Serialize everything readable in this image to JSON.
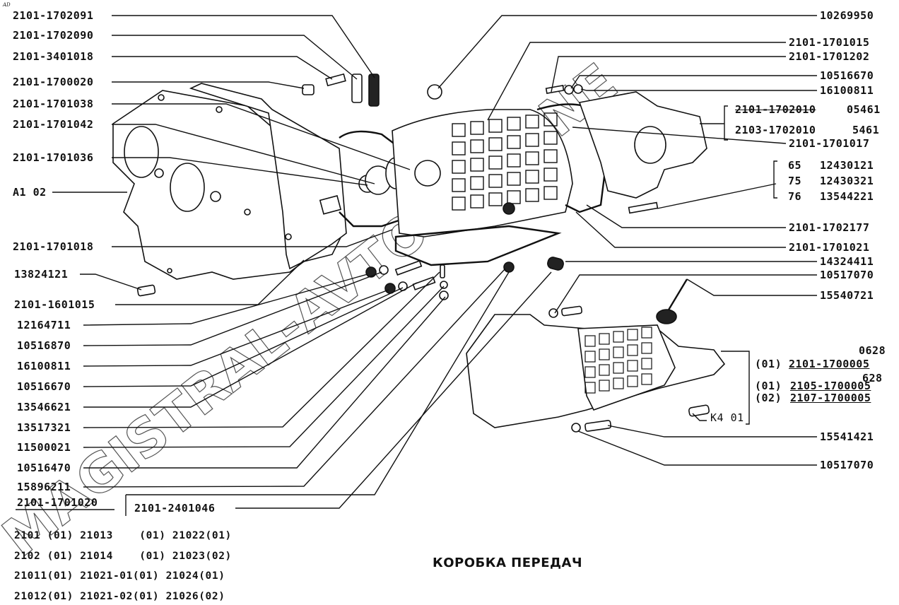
{
  "diagram": {
    "title": "КОРОБКА ПЕРЕДАЧ",
    "corner_mark": "AD",
    "watermark": "MAGISTRAL-AVTO.ONLINE",
    "left_labels": [
      "2101-1702091",
      "2101-1702090",
      "2101-3401018",
      "2101-1700020",
      "2101-1701038",
      "2101-1701042",
      "2101-1701036",
      "A1 02",
      "2101-1701018",
      "13824121",
      "2101-1601015",
      "12164711",
      "10516870",
      "16100811",
      "10516670",
      "13546621",
      "13517321",
      "11500021",
      "10516470",
      "15896211",
      "2101-1701020",
      "2101-2401046"
    ],
    "right_labels": [
      "10269950",
      "2101-1701015",
      "2101-1701202",
      "10516670",
      "16100811",
      "2101-1701017",
      "2101-1702177",
      "2101-1701021",
      "14324411",
      "10517070",
      "15540721",
      "15541421",
      "10517070"
    ],
    "bracket_group_a": [
      {
        "part": "2101-1702010",
        "suffix": "05461",
        "struck": true
      },
      {
        "part": "2103-1702010",
        "suffix": "5461",
        "struck": false
      }
    ],
    "bracket_group_b": [
      {
        "code": "65",
        "part": "12430121"
      },
      {
        "code": "75",
        "part": "12430321"
      },
      {
        "code": "76",
        "part": "13544221"
      }
    ],
    "assembly_group": {
      "rows": [
        {
          "suffix": "0628",
          "code": "(01)",
          "part": "2101-1700005",
          "struck": true
        },
        {
          "suffix": "628",
          "code": "(01)",
          "part": "2105-1700005",
          "struck": false
        },
        {
          "suffix": "",
          "code": "(02)",
          "part": "2107-1700005",
          "struck": false
        }
      ],
      "sensor_label": "K4 01"
    },
    "applicability": [
      "2101 (01) 21013    (01) 21022(01)",
      "2102 (01) 21014    (01) 21023(02)",
      "21011(01) 21021-01(01) 21024(01)",
      "21012(01) 21021-02(01) 21026(02)"
    ]
  }
}
